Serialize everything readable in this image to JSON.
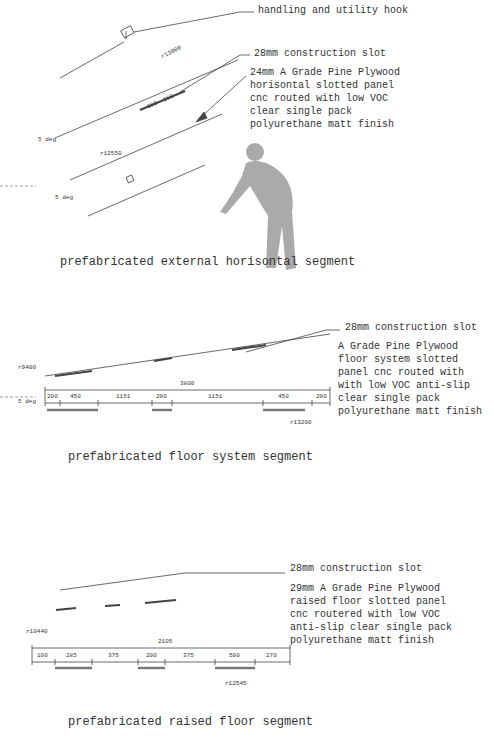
{
  "diagram": {
    "labels": [
      "handling and utility hook",
      "r13000",
      "28mm construction slot",
      "150",
      "150",
      "24mm A Grade Pine Plywood horisontal slotted panel cnc routed with low VOC clear single pack polyurethane matt finish",
      "5 deg",
      "r12550",
      "5 deg",
      "prefabricated external horisontal segment",
      "28mm construction slot",
      "r9400",
      "A Grade Pine Plywood floor system slotted panel cnc routed with with low VOC anti-slip clear single pack polyurethane matt finish",
      "3800",
      "5 deg",
      "200",
      "450",
      "1151",
      "200",
      "1151",
      "450",
      "200",
      "r13200",
      "prefabricated floor system segment",
      "28mm construction slot",
      "29mm A Grade Pine Plywood raised floor slotted panel cnc routered with low VOC anti-slip clear single pack polyurethane matt finish",
      "r10440",
      "2105",
      "100",
      "285",
      "375",
      "200",
      "375",
      "500",
      "270",
      "r12545",
      "prefabricated raised floor segment"
    ]
  }
}
